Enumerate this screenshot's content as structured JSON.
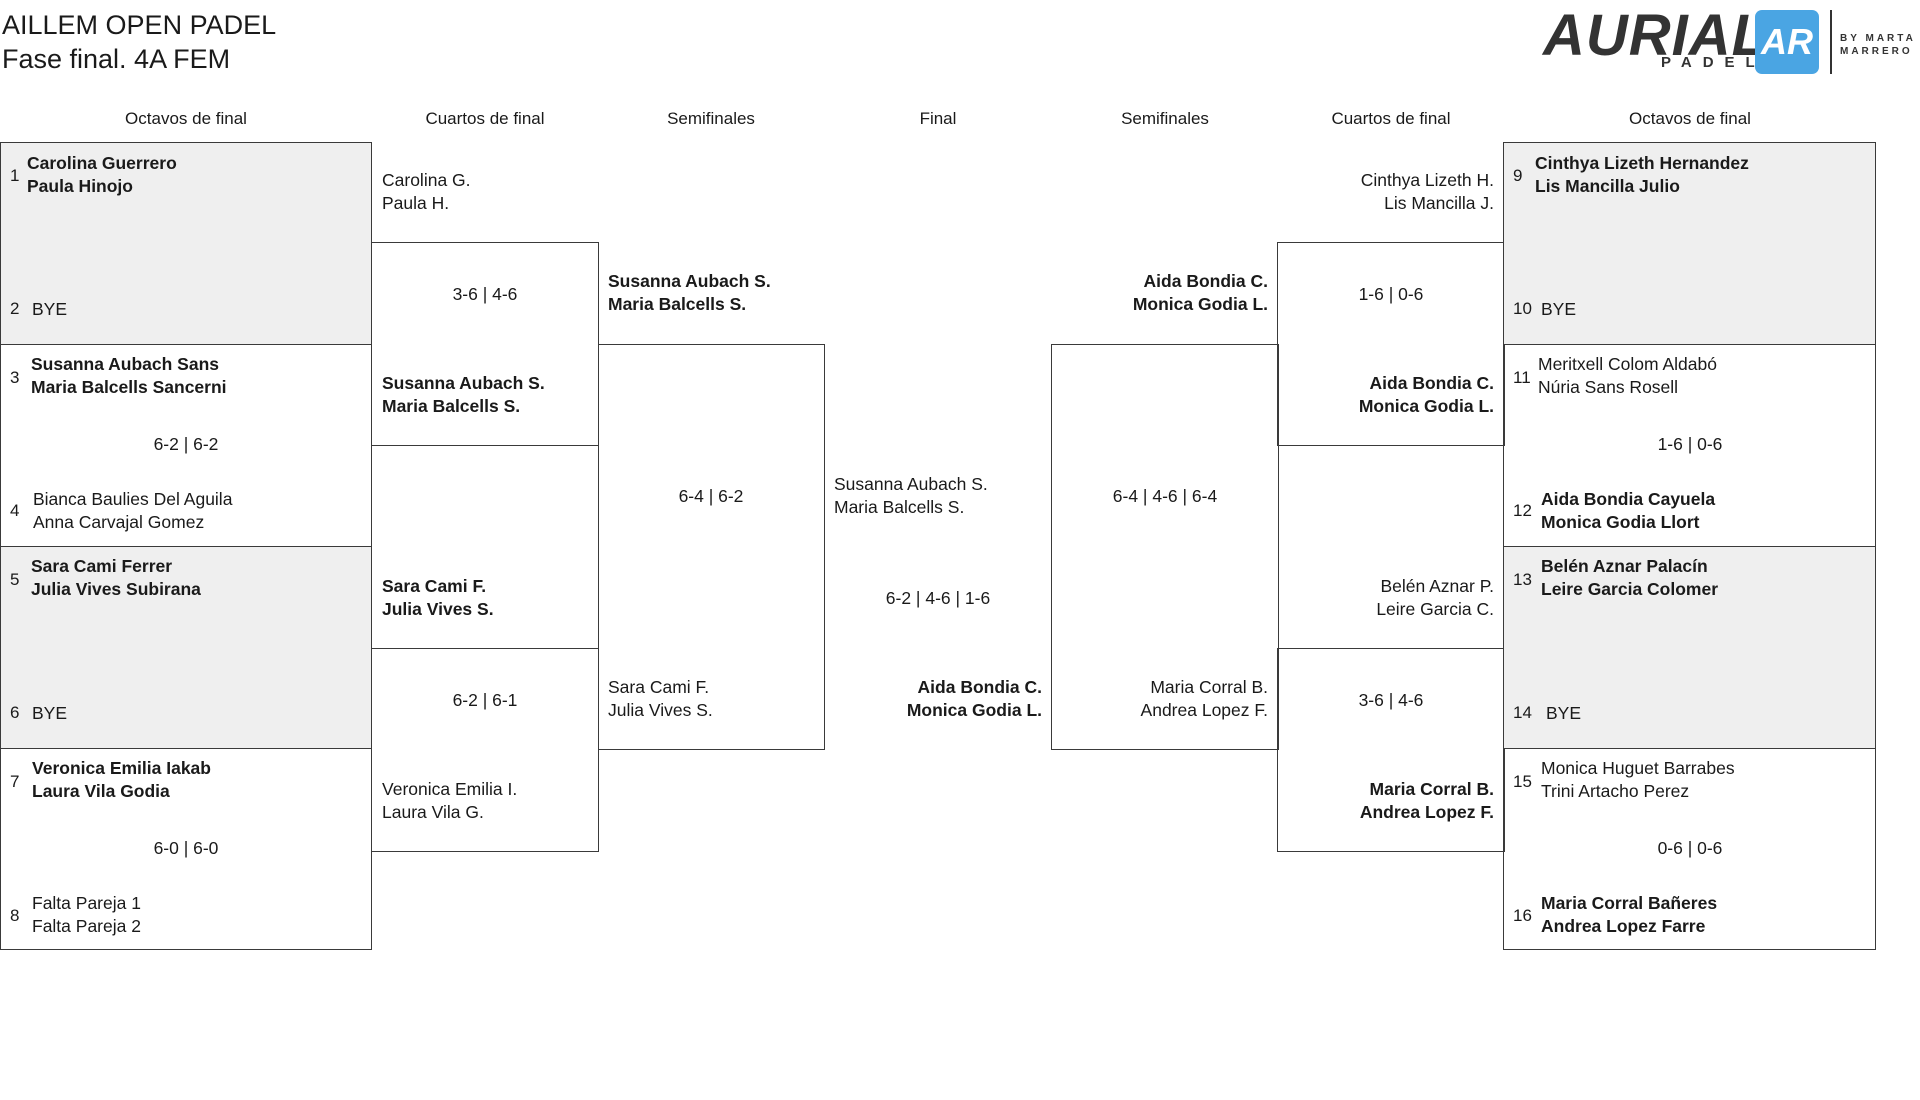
{
  "header": {
    "title": "AILLEM OPEN PADEL",
    "subtitle": "Fase final. 4A FEM"
  },
  "logo": {
    "word": "AURIAL",
    "sub": "PADEL",
    "mark": "AR",
    "by_line1": "BY MARTA",
    "by_line2": "MARRERO",
    "color": "#4aa5e3"
  },
  "columns": {
    "r16_left": "Octavos de final",
    "qf_left": "Cuartos de final",
    "sf_left": "Semifinales",
    "final": "Final",
    "sf_right": "Semifinales",
    "qf_right": "Cuartos de final",
    "r16_right": "Octavos de final"
  },
  "r16_left": [
    {
      "seed_a": "1",
      "a1": "Carolina Guerrero",
      "a2": "Paula Hinojo",
      "seed_b": "2",
      "b1": "BYE",
      "b2": "",
      "score": ""
    },
    {
      "seed_a": "3",
      "a1": "Susanna Aubach Sans",
      "a2": "Maria Balcells Sancerni",
      "seed_b": "4",
      "b1": "Bianca Baulies Del Aguila",
      "b2": "Anna Carvajal Gomez",
      "score": "6-2 | 6-2"
    },
    {
      "seed_a": "5",
      "a1": "Sara Cami Ferrer",
      "a2": "Julia Vives Subirana",
      "seed_b": "6",
      "b1": "BYE",
      "b2": "",
      "score": ""
    },
    {
      "seed_a": "7",
      "a1": "Veronica Emilia Iakab",
      "a2": "Laura Vila Godia",
      "seed_b": "8",
      "b1": "Falta Pareja 1",
      "b2": "Falta Pareja 2",
      "score": "6-0 | 6-0"
    }
  ],
  "r16_right": [
    {
      "seed_a": "9",
      "a1": "Cinthya Lizeth Hernandez",
      "a2": "Lis Mancilla Julio",
      "seed_b": "10",
      "b1": "BYE",
      "b2": "",
      "score": ""
    },
    {
      "seed_a": "11",
      "a1": "Meritxell Colom Aldabó",
      "a2": "Núria Sans Rosell",
      "seed_b": "12",
      "b1": "Aida Bondia Cayuela",
      "b2": "Monica Godia Llort",
      "score": "1-6 | 0-6"
    },
    {
      "seed_a": "13",
      "a1": "Belén Aznar Palacín",
      "a2": "Leire Garcia Colomer",
      "seed_b": "14",
      "b1": "BYE",
      "b2": "",
      "score": ""
    },
    {
      "seed_a": "15",
      "a1": "Monica Huguet Barrabes",
      "a2": "Trini Artacho Perez",
      "seed_b": "16",
      "b1": "Maria Corral Bañeres",
      "b2": "Andrea Lopez Farre",
      "score": "0-6 | 0-6"
    }
  ],
  "qf_left": [
    {
      "a1": "Carolina G.",
      "a2": "Paula H.",
      "b1": "Susanna Aubach S.",
      "b2": "Maria Balcells S.",
      "score": "3-6 | 4-6"
    },
    {
      "a1": "Sara Cami F.",
      "a2": "Julia Vives S.",
      "b1": "Veronica Emilia I.",
      "b2": "Laura Vila G.",
      "score": "6-2 | 6-1"
    }
  ],
  "qf_right": [
    {
      "a1": "Cinthya Lizeth H.",
      "a2": "Lis Mancilla J.",
      "b1": "Aida Bondia C.",
      "b2": "Monica Godia L.",
      "score": "1-6 | 0-6"
    },
    {
      "a1": "Belén Aznar P.",
      "a2": "Leire Garcia C.",
      "b1": "Maria Corral B.",
      "b2": "Andrea Lopez F.",
      "score": "3-6 | 4-6"
    }
  ],
  "sf_left": {
    "a1": "Susanna Aubach S.",
    "a2": "Maria Balcells S.",
    "b1": "Sara Cami F.",
    "b2": "Julia Vives S.",
    "score": "6-4 | 6-2"
  },
  "sf_right": {
    "a1": "Aida Bondia C.",
    "a2": "Monica Godia L.",
    "b1": "Maria Corral B.",
    "b2": "Andrea Lopez F.",
    "score": "6-4 | 4-6 | 6-4"
  },
  "final": {
    "a1": "Susanna Aubach S.",
    "a2": "Maria Balcells S.",
    "b1": "Aida Bondia C.",
    "b2": "Monica Godia L.",
    "score": "6-2 | 4-6 | 1-6"
  }
}
